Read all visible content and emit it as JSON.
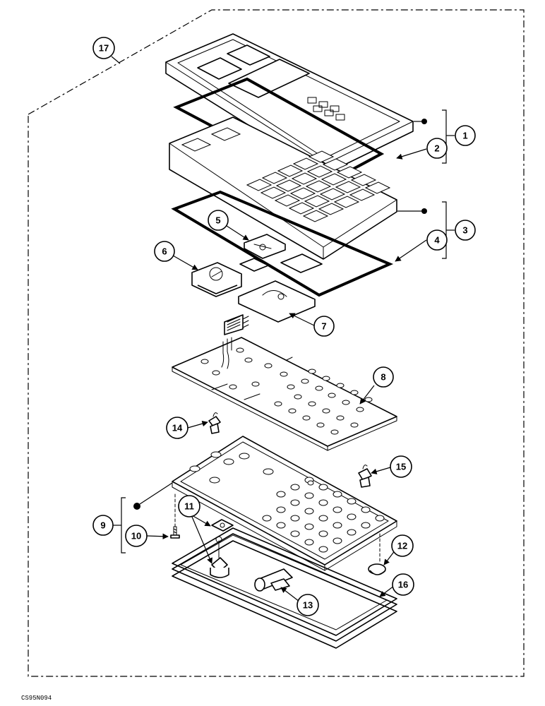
{
  "figure": {
    "code": "CS95N094",
    "callouts": {
      "c1": "1",
      "c2": "2",
      "c3": "3",
      "c4": "4",
      "c5": "5",
      "c6": "6",
      "c7": "7",
      "c8": "8",
      "c9": "9",
      "c10": "10",
      "c11": "11",
      "c12": "12",
      "c13": "13",
      "c14": "14",
      "c15": "15",
      "c16": "16",
      "c17": "17"
    }
  }
}
